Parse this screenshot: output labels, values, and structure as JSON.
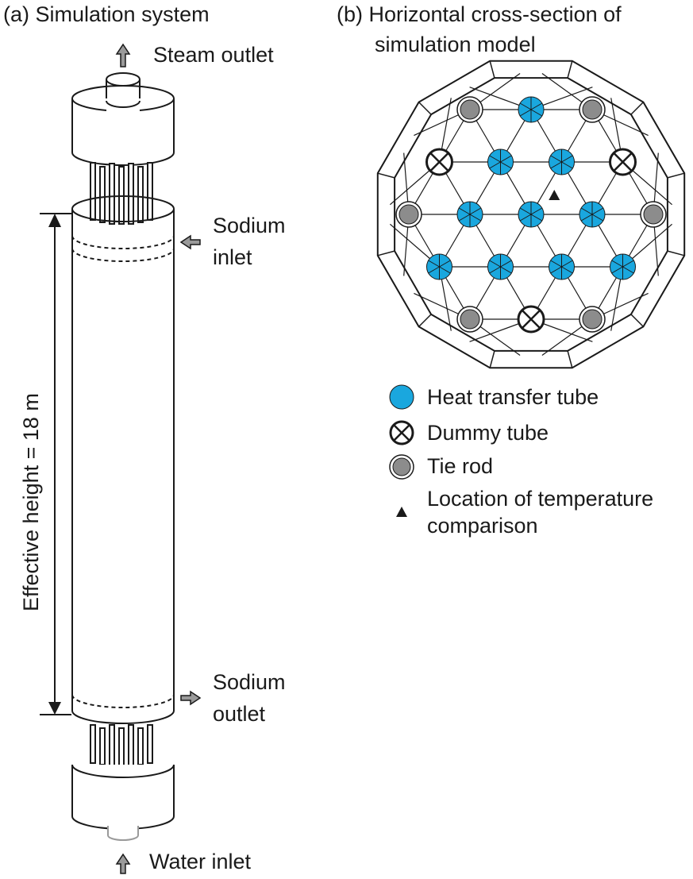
{
  "panel_a": {
    "title": "(a) Simulation system",
    "steam_outlet": "Steam outlet",
    "sodium_inlet_line1": "Sodium",
    "sodium_inlet_line2": "inlet",
    "sodium_outlet_line1": "Sodium",
    "sodium_outlet_line2": "outlet",
    "water_inlet": "Water inlet",
    "effective_height": "Effective height = 18 m"
  },
  "panel_b": {
    "title_line1": "(b) Horizontal cross-section of",
    "title_line2": "simulation model"
  },
  "legend": {
    "heat_transfer_tube": "Heat transfer tube",
    "dummy_tube": "Dummy tube",
    "tie_rod": "Tie rod",
    "location_line1": "Location of temperature",
    "location_line2": "comparison"
  },
  "colors": {
    "heat_tube": "#1aa7de",
    "tie_rod": "#8c8c8c",
    "line": "#1a1a1a",
    "arrow_fill": "#9a9a9a"
  }
}
